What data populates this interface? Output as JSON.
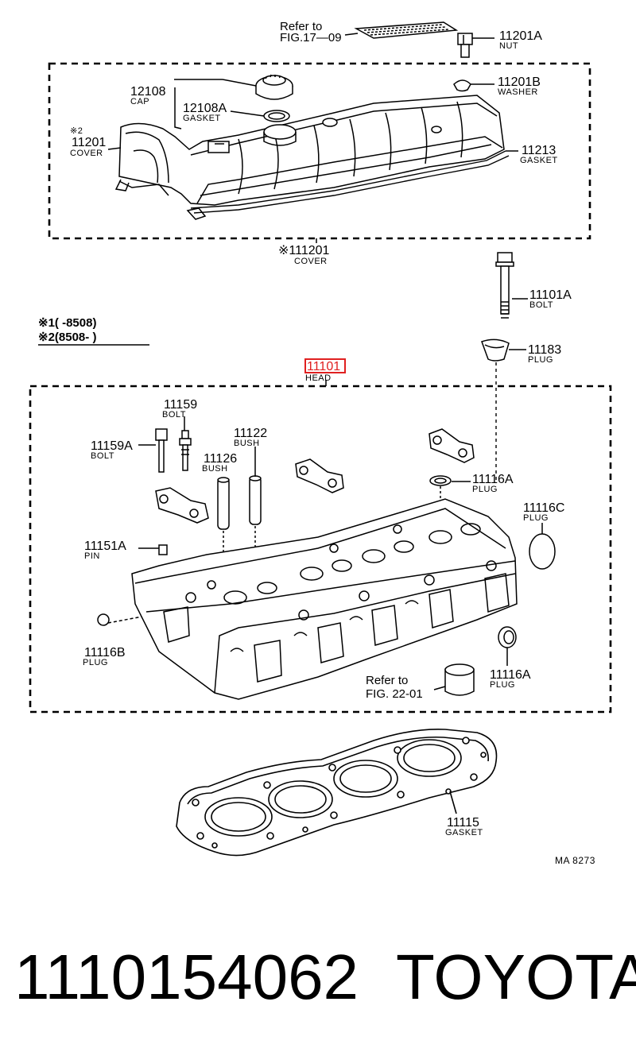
{
  "notes": {
    "note1": "※1(     -8508)",
    "note2": "※2(8508-      )"
  },
  "cover_assembly": {
    "ref_line1": "Refer to",
    "ref_line2": "FIG.17—09",
    "nut_num": "11201A",
    "nut_name": "NUT",
    "cap_num": "12108",
    "cap_name": "CAP",
    "cap_gasket_num": "12108A",
    "cap_gasket_name": "GASKET",
    "washer_num": "11201B",
    "washer_name": "WASHER",
    "cover_mark": "※2",
    "cover_num": "11201",
    "cover_name": "COVER",
    "gasket_num": "11213",
    "gasket_name": "GASKET",
    "assy_num": "※111201",
    "assy_name": "COVER"
  },
  "bolt_num": "11101A",
  "bolt_name": "BOLT",
  "plug_top_num": "11183",
  "plug_top_name": "PLUG",
  "head_assembly": {
    "head_num": "11101",
    "head_name": "HEAD",
    "bolt_11159_num": "11159",
    "bolt_11159_name": "BOLT",
    "bolt_11159a_num": "11159A",
    "bolt_11159a_name": "BOLT",
    "bush_11122_num": "11122",
    "bush_11122_name": "BUSH",
    "bush_11126_num": "11126",
    "bush_11126_name": "BUSH",
    "plug_11116a_top_num": "11116A",
    "plug_11116a_top_name": "PLUG",
    "plug_11116c_num": "11116C",
    "plug_11116c_name": "PLUG",
    "pin_num": "11151A",
    "pin_name": "PIN",
    "plug_11116b_num": "11116B",
    "plug_11116b_name": "PLUG",
    "plug_11116a_bot_num": "11116A",
    "plug_11116a_bot_name": "PLUG",
    "ref_line1": "Refer to",
    "ref_line2": "FIG. 22-01"
  },
  "head_gasket": {
    "num": "11115",
    "name": "GASKET"
  },
  "ma_code": "MA  8273",
  "highlight_color": "#e02020",
  "footer": {
    "part_number": "1110154062",
    "brand": "TOYOTA"
  }
}
